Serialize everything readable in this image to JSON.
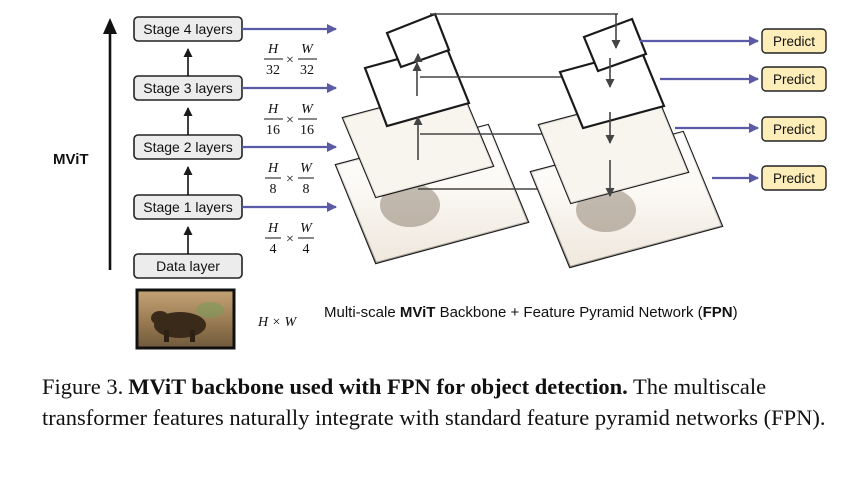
{
  "diagram": {
    "stages": [
      {
        "label": "Stage 4 layers",
        "res_num": "H",
        "res_den": "32",
        "res_num2": "W",
        "res_den2": "32"
      },
      {
        "label": "Stage 3 layers",
        "res_num": "H",
        "res_den": "16",
        "res_num2": "W",
        "res_den2": "16"
      },
      {
        "label": "Stage 2 layers",
        "res_num": "H",
        "res_den": "8",
        "res_num2": "W",
        "res_den2": "8"
      },
      {
        "label": "Stage 1 layers",
        "res_num": "H",
        "res_den": "4",
        "res_num2": "W",
        "res_den2": "4"
      }
    ],
    "data_layer": "Data layer",
    "side_label": "MViT",
    "input_resolution": "H × W",
    "times": "×",
    "predict_label": "Predict",
    "backbone_title": {
      "prefix": "Multi-scale ",
      "mvit": "MViT",
      "middle": " Backbone + Feature Pyramid Network (",
      "fpn": "FPN",
      "suffix": ")"
    },
    "colors": {
      "arrow_blue": "#5a5aa6",
      "predict_fill": "#fdedb8",
      "stage_fill": "#ececec"
    }
  },
  "caption": {
    "lead": "Figure 3.",
    "bold": "MViT backbone used with FPN for object detection.",
    "body": "The multiscale transformer features naturally integrate with standard feature pyramid networks (FPN)."
  }
}
